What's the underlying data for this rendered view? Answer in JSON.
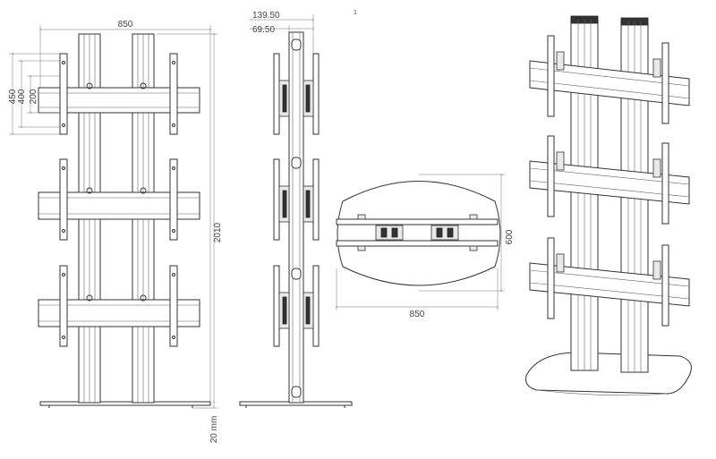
{
  "front_view": {
    "width_label": "850",
    "height_label": "2010",
    "floor_clearance_label": "20 mm",
    "vesa_labels": [
      "450",
      "400",
      "200"
    ]
  },
  "side_view": {
    "depth_label_outer": "139.50",
    "depth_label_inner": "69.50",
    "stray_mark": "1"
  },
  "top_view": {
    "base_width_label": "850",
    "base_depth_label": "600"
  }
}
